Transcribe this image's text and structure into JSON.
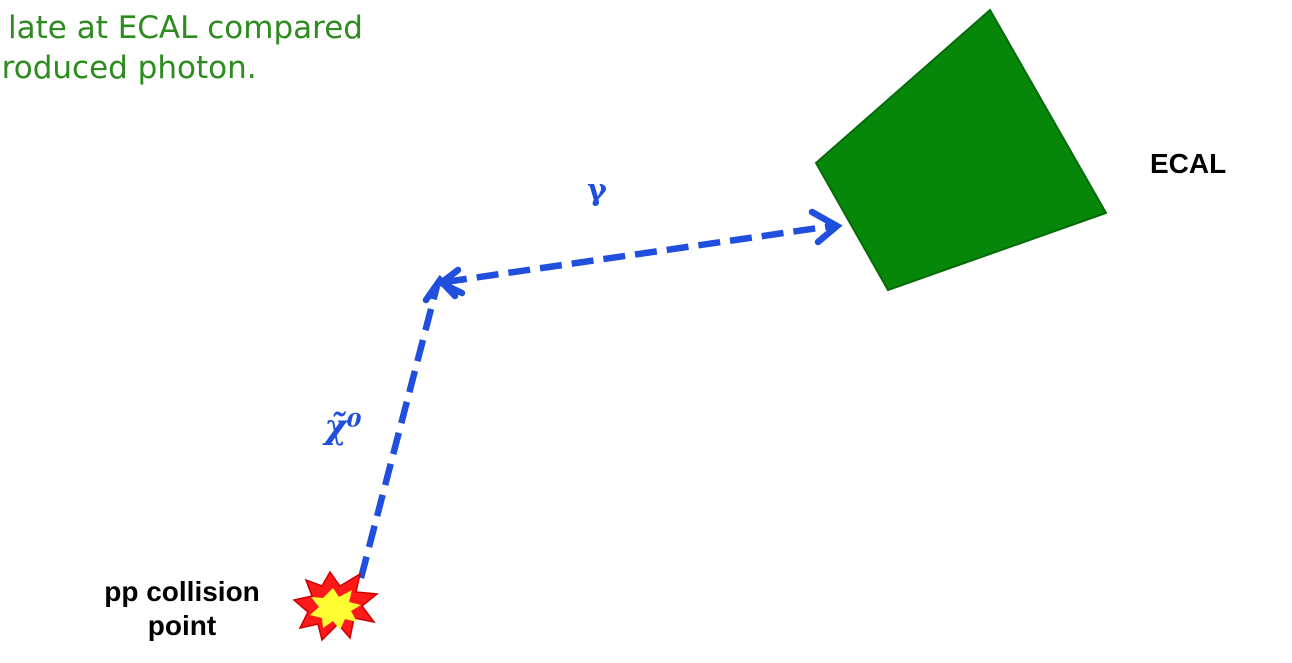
{
  "caption": {
    "line1": "s late at ECAL compared",
    "line2": "produced photon."
  },
  "labels": {
    "ecal": "ECAL",
    "photon": "γ",
    "neutralino": "χ̃⁰",
    "collision_line1": "pp collision",
    "collision_line2": "point"
  },
  "colors": {
    "caption": "#2e8b1f",
    "ecal_block": "#07870a",
    "track": "#1f4fdc",
    "burst_outer": "#ff1a1a",
    "burst_inner": "#ffff33"
  }
}
